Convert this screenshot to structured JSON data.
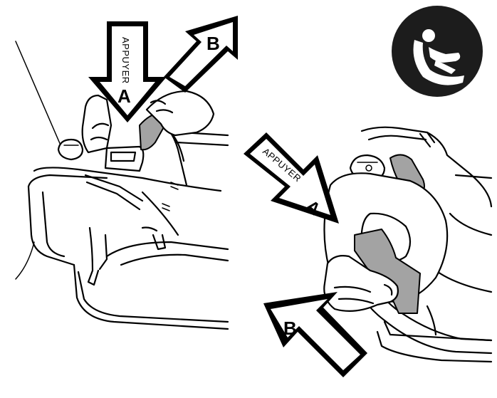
{
  "left_panel": {
    "press_word": "APPUYER",
    "press_letter": "A",
    "pull_letter": "B"
  },
  "right_panel": {
    "press_word": "APPUYER",
    "press_letter": "A",
    "pull_letter": "B",
    "icon": "child-car-seat-latch-icon"
  },
  "colors": {
    "line": "#000000",
    "strap": "#a3a3a3",
    "background": "#ffffff"
  }
}
